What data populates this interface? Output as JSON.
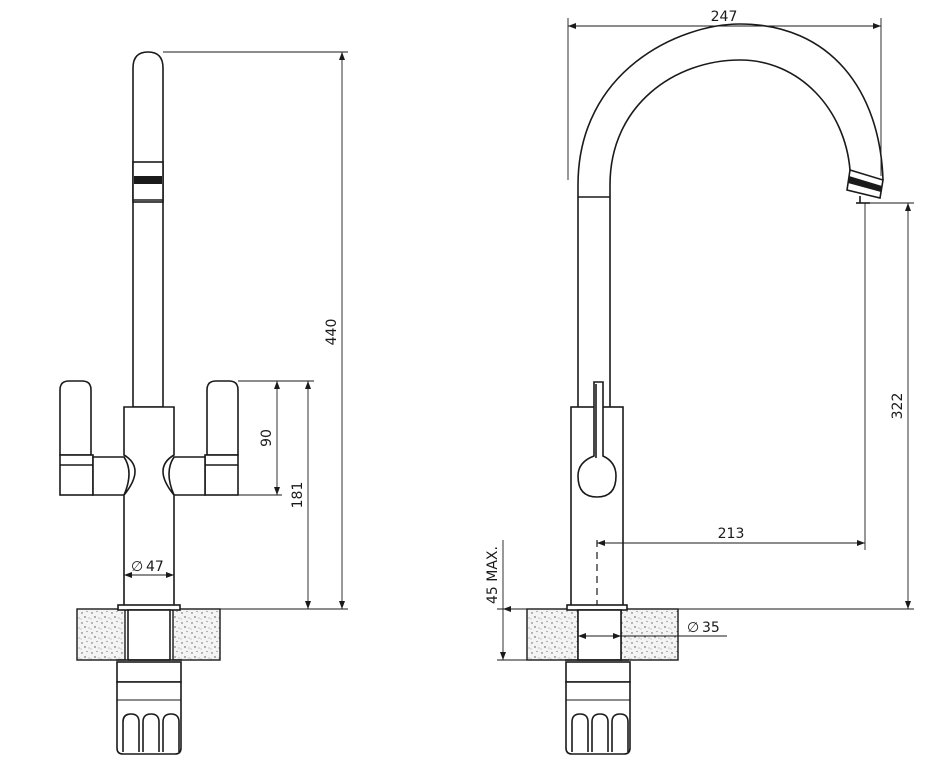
{
  "dimensions": {
    "overall_width": "247",
    "overall_height": "440",
    "outlet_height": "322",
    "reach": "213",
    "lever_height": "90",
    "body_height": "181",
    "body_diameter": "47",
    "hole_diameter": "35",
    "max_worktop": "45 MAX."
  },
  "symbols": {
    "diameter": "∅"
  },
  "colors": {
    "line": "#1a1a1a",
    "fill": "#ffffff",
    "speckle": "#e4e4e4"
  }
}
